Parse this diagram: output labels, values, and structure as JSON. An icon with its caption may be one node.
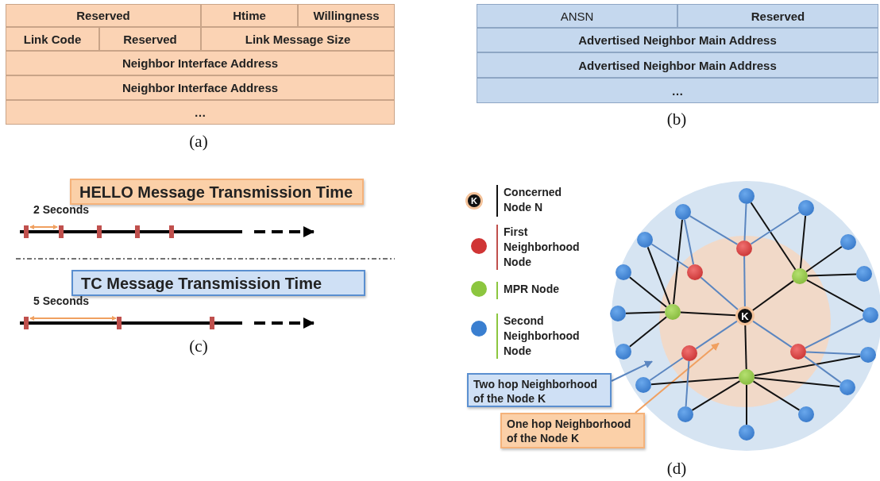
{
  "diagram": {
    "nodes": [
      {
        "text": [
          "HELLO Message Transmission Time"
        ]
      },
      {
        "text": [
          "TC Message Transmission Time"
        ]
      },
      {
        "text": [],
        "shape": "circle"
      },
      {
        "text": [],
        "shape": "circle",
        "in": 2
      },
      {
        "text": [
          "K"
        ],
        "in": 3
      },
      {
        "text": [],
        "shape": "circle",
        "in": 3
      },
      {
        "text": [],
        "shape": "circle",
        "in": 3
      },
      {
        "text": [],
        "shape": "circle",
        "in": 3
      },
      {
        "text": [],
        "shape": "circle",
        "in": 3
      },
      {
        "text": [],
        "shape": "circle",
        "in": 3
      },
      {
        "text": [],
        "shape": "circle",
        "in": 3
      },
      {
        "text": [],
        "shape": "circle",
        "in": 3
      },
      {
        "text": [],
        "shape": "circle",
        "in": 2
      },
      {
        "text": [],
        "shape": "circle",
        "in": 2
      },
      {
        "text": [],
        "shape": "circle",
        "in": 2
      },
      {
        "text": [],
        "shape": "circle",
        "in": 2
      },
      {
        "text": [],
        "shape": "circle",
        "in": 2
      },
      {
        "text": [],
        "shape": "circle",
        "in": 2
      },
      {
        "text": [],
        "shape": "circle",
        "in": 2
      },
      {
        "text": [],
        "shape": "circle",
        "in": 2
      },
      {
        "text": [],
        "shape": "circle",
        "in": 2
      },
      {
        "text": [],
        "shape": "circle",
        "in": 2
      },
      {
        "text": [],
        "shape": "circle",
        "in": 2
      },
      {
        "text": [],
        "shape": "circle",
        "in": 2
      },
      {
        "text": [],
        "shape": "circle",
        "in": 2
      },
      {
        "text": [],
        "shape": "circle",
        "in": 2
      },
      {
        "text": [],
        "shape": "circle",
        "in": 2
      },
      {
        "text": [],
        "shape": "circle",
        "in": 2
      },
      {
        "text": [
          "Two hop Neighborhood of the Node K"
        ]
      },
      {
        "text": [
          "One hop Neighborhood of the Node K"
        ]
      }
    ],
    "edges": [
      {
        "from": 28,
        "to": 2,
        "arrow": "to",
        "color": "#5b86c0"
      },
      {
        "from": 29,
        "to": 3,
        "arrow": "to",
        "color": "#f0a060"
      },
      {
        "from": 12,
        "to": 5,
        "arrow": "none",
        "color": "#5b86c0"
      },
      {
        "from": 12,
        "to": 9,
        "arrow": "none"
      },
      {
        "from": 13,
        "to": 5,
        "arrow": "none",
        "color": "#5b86c0"
      },
      {
        "from": 13,
        "to": 9,
        "arrow": "none"
      },
      {
        "from": 14,
        "to": 5,
        "arrow": "none",
        "color": "#5b86c0"
      },
      {
        "from": 14,
        "to": 6,
        "arrow": "none",
        "color": "#5b86c0"
      },
      {
        "from": 14,
        "to": 10,
        "arrow": "none"
      },
      {
        "from": 15,
        "to": 6,
        "arrow": "none",
        "color": "#5b86c0"
      },
      {
        "from": 15,
        "to": 10,
        "arrow": "none"
      },
      {
        "from": 16,
        "to": 9,
        "arrow": "none"
      },
      {
        "from": 17,
        "to": 10,
        "arrow": "none"
      },
      {
        "from": 18,
        "to": 9,
        "arrow": "none"
      },
      {
        "from": 19,
        "to": 10,
        "arrow": "none"
      },
      {
        "from": 20,
        "to": 9,
        "arrow": "none"
      },
      {
        "from": 20,
        "to": 8,
        "arrow": "none",
        "color": "#5b86c0"
      },
      {
        "from": 21,
        "to": 10,
        "arrow": "none"
      },
      {
        "from": 22,
        "to": 8,
        "arrow": "none",
        "color": "#5b86c0"
      },
      {
        "from": 22,
        "to": 11,
        "arrow": "none"
      },
      {
        "from": 23,
        "to": 7,
        "arrow": "none",
        "color": "#5b86c0"
      },
      {
        "from": 23,
        "to": 11,
        "arrow": "none"
      },
      {
        "from": 24,
        "to": 8,
        "arrow": "none",
        "color": "#5b86c0"
      },
      {
        "from": 24,
        "to": 11,
        "arrow": "none"
      },
      {
        "from": 25,
        "to": 7,
        "arrow": "none",
        "color": "#5b86c0"
      },
      {
        "from": 25,
        "to": 11,
        "arrow": "none"
      },
      {
        "from": 26,
        "to": 11,
        "arrow": "none"
      },
      {
        "from": 27,
        "to": 11,
        "arrow": "none"
      },
      {
        "from": 5,
        "to": 4,
        "arrow": "none",
        "color": "#5b86c0"
      },
      {
        "from": 6,
        "to": 4,
        "arrow": "none",
        "color": "#5b86c0"
      },
      {
        "from": 7,
        "to": 4,
        "arrow": "none",
        "color": "#5b86c0"
      },
      {
        "from": 8,
        "to": 4,
        "arrow": "none",
        "color": "#5b86c0"
      },
      {
        "from": 9,
        "to": 4,
        "arrow": "none"
      },
      {
        "from": 10,
        "to": 4,
        "arrow": "none"
      },
      {
        "from": 11,
        "to": 4,
        "arrow": "none"
      }
    ],
    "labels": [
      "Reserved",
      "Htime",
      "Willingness",
      "Link Code",
      "Reserved",
      "Link Message Size",
      "Neighbor Interface Address",
      "Neighbor Interface Address",
      "…",
      "(a)",
      "ANSN",
      "Reserved",
      "Advertised Neighbor Main Address",
      "Advertised Neighbor Main Address",
      "…",
      "(b)",
      "2 Seconds",
      "5 Seconds",
      "(c)",
      "K",
      "(d)"
    ],
    "legend": [
      {
        "text": "Concerned Node N",
        "color": "#111111"
      },
      {
        "text": "First Neighborhood Node",
        "color": "#d03535"
      },
      {
        "text": "MPR Node",
        "color": "#8cc63f"
      },
      {
        "text": "Second Neighborhood Node",
        "color": "#3a7fd0"
      }
    ]
  }
}
